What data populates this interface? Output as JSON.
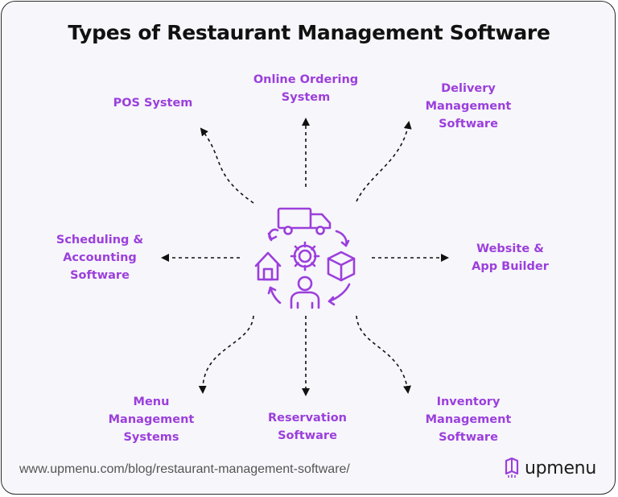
{
  "title": "Types of Restaurant Management Software",
  "nodes": {
    "pos": "POS System",
    "online_ordering": "Online Ordering\nSystem",
    "delivery": "Delivery\nManagement\nSoftware",
    "scheduling": "Scheduling &\nAccounting\nSoftware",
    "website": "Website &\nApp Builder",
    "menu": "Menu\nManagement\nSystems",
    "reservation": "Reservation\nSoftware",
    "inventory": "Inventory\nManagement\nSoftware"
  },
  "footer": {
    "url": "www.upmenu.com/blog/restaurant-management-software/",
    "brand": "upmenu"
  },
  "colors": {
    "accent": "#9b3fdc",
    "text": "#111111",
    "background": "#f7f6fb"
  }
}
